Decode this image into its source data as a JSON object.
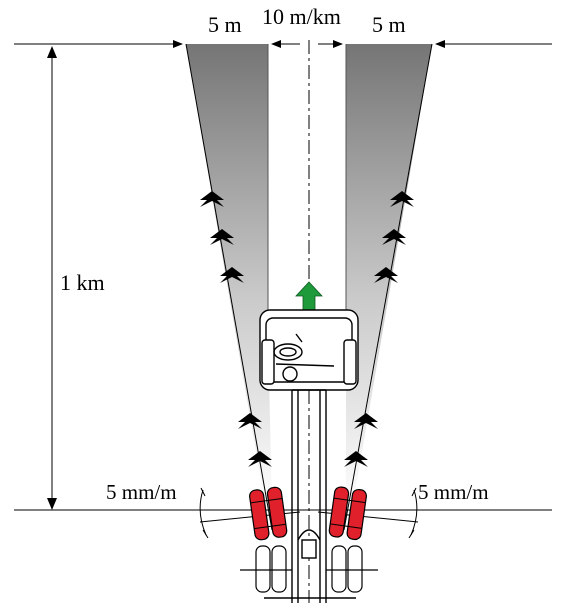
{
  "labels": {
    "top_left_width": "5 m",
    "top_center_width": "10 m/km",
    "top_right_width": "5 m",
    "distance": "1 km",
    "left_toe": "5 mm/m",
    "right_toe": "5 mm/m"
  },
  "icons": {
    "drive_direction": "green-up-arrow-icon",
    "force_arrows": "black-chevron-arrow-icon",
    "front_wheels": "red-wheel-icon"
  },
  "colors": {
    "drive_arrow": "#1f9a3a",
    "front_wheels": "#e0202a",
    "band_dark": "#7a7a7a",
    "band_light": "#ffffff",
    "lines": "#000000"
  }
}
